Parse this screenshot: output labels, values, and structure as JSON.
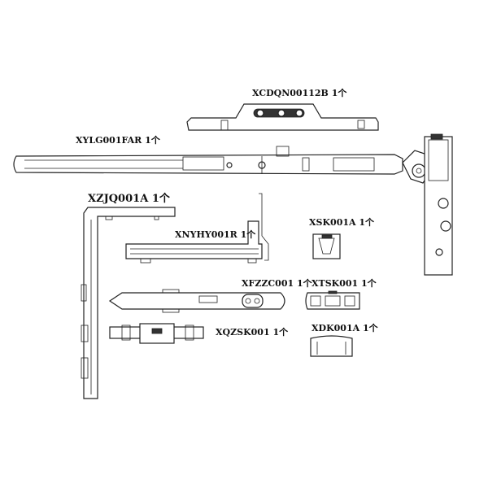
{
  "parts": [
    {
      "code": "XCDQN00112B",
      "qty": "1个"
    },
    {
      "code": "XYLG001FAR",
      "qty": "1个"
    },
    {
      "code": "XZJQ001A",
      "qty": "1个"
    },
    {
      "code": "XNYHY001R",
      "qty": "1个"
    },
    {
      "code": "XSK001A",
      "qty": "1个"
    },
    {
      "code": "XFZZC001",
      "qty": "1个"
    },
    {
      "code": "XTSK001",
      "qty": "1个"
    },
    {
      "code": "XQZSK001",
      "qty": "1个"
    },
    {
      "code": "XDK001A",
      "qty": "1个"
    }
  ],
  "colors": {
    "line": "#222222",
    "background": "#ffffff"
  }
}
